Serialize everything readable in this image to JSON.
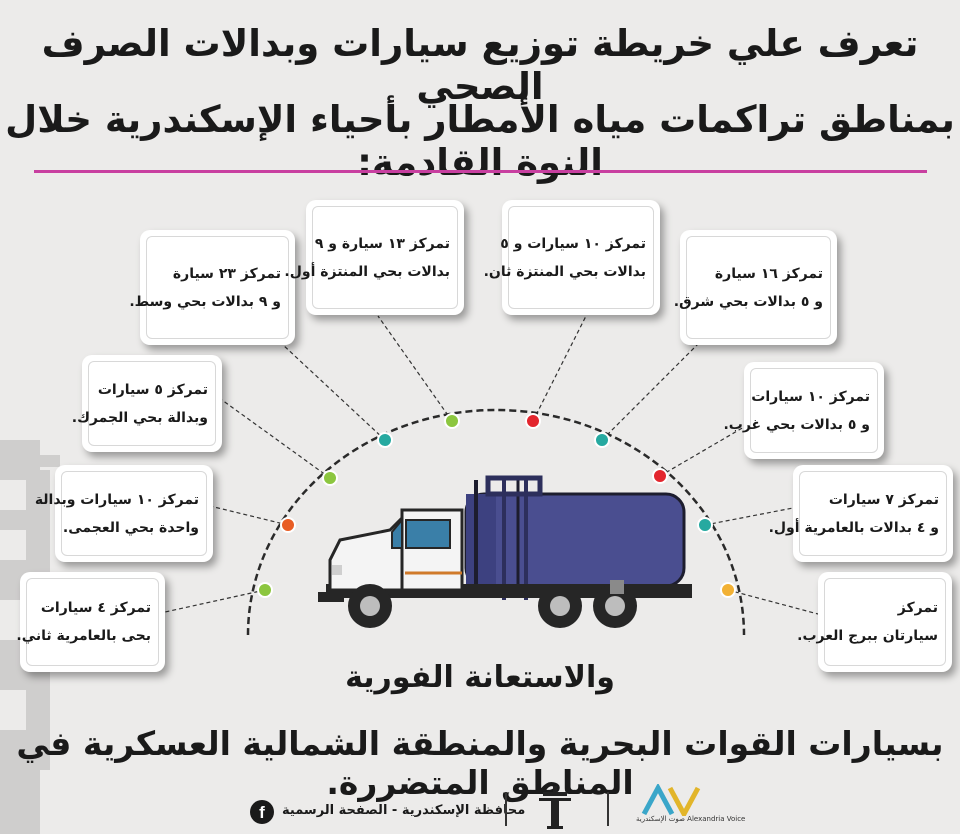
{
  "title": {
    "line1": "تعرف علي خريطة توزيع سيارات وبدالات الصرف الصحي",
    "line2": "بمناطق تراكمات مياه الأمطار بأحياء الإسكندرية خلال النوة القادمة:"
  },
  "boxes": [
    {
      "line1": "تمركز ٢٣ سيارة",
      "line2": "و ٩ بدالات بحي وسط."
    },
    {
      "line1": "تمركز ١٣ سيارة و ٩",
      "line2": "بدالات بحي المنتزة أول."
    },
    {
      "line1": "تمركز ١٠ سيارات و ٥",
      "line2": "بدالات بحي المنتزة ثان."
    },
    {
      "line1": "تمركز ١٦ سيارة",
      "line2": "و ٥ بدالات بحي شرق."
    },
    {
      "line1": "تمركز ٥ سيارات",
      "line2": "وبدالة بحي الجمرك."
    },
    {
      "line1": "تمركز ١٠ سيارات",
      "line2": "و ٥ بدالات بحي غرب."
    },
    {
      "line1": "تمركز ١٠ سيارات وبدالة",
      "line2": "واحدة بحي العجمى."
    },
    {
      "line1": "تمركز ٧ سيارات",
      "line2": "و ٤ بدالات بالعامرية أول."
    },
    {
      "line1": "تمركز ٤ سيارات",
      "line2": "بحى بالعامرية ثاني."
    },
    {
      "line1": "تمركز",
      "line2": "سيارتان ببرج العرب."
    }
  ],
  "bottom": {
    "line1": "والاستعانة الفورية",
    "line2": "بسيارات القوات البحرية والمنطقة الشمالية العسكرية في المناطق المتضررة."
  },
  "footer": {
    "page_text": "محافظة الإسكندرية - الصفحة الرسمية",
    "facebook_letter": "f",
    "av_label": "صوت الإسكندرية",
    "av_label_en": "Alexandria Voice"
  },
  "colors": {
    "divider": "#c83fa0",
    "truck_tank": "#4a4e90",
    "truck_cab": "#f4f4f4",
    "arc": "#2a2a2a",
    "dots": [
      "#8cc63f",
      "#e85d25",
      "#8cc63f",
      "#26a9a0",
      "#8cc63f",
      "#e3262e",
      "#26a9a0",
      "#e3262e",
      "#26a9a0",
      "#f2b134"
    ]
  }
}
